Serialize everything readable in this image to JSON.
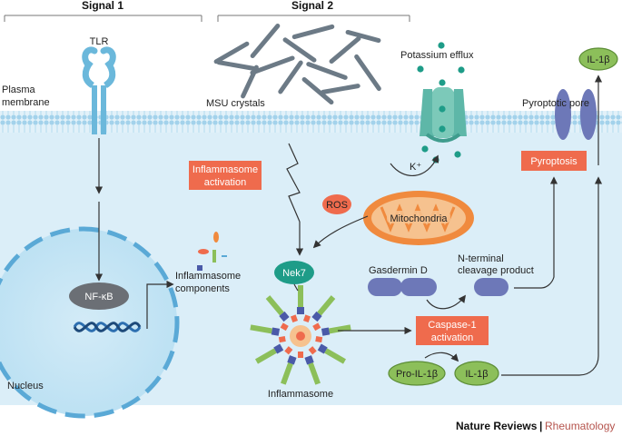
{
  "signals": {
    "signal1": "Signal 1",
    "signal2": "Signal 2"
  },
  "membrane": {
    "line1": "Plasma",
    "line2": "membrane"
  },
  "labels": {
    "tlr": "TLR",
    "msu": "MSU crystals",
    "potassium": "Potassium efflux",
    "k_ion": "K⁺",
    "pore": "Pyroptotic pore",
    "il1b_top": "IL-1β",
    "inflammasome_activation_1": "Inflammasome",
    "inflammasome_activation_2": "activation",
    "ros": "ROS",
    "mito": "Mitochondria",
    "pyroptosis": "Pyroptosis",
    "nfkb": "NF-κB",
    "components_1": "Inflammasome",
    "components_2": "components",
    "nek7": "Nek7",
    "gasdermin": "Gasdermin D",
    "nterm_1": "N-terminal",
    "nterm_2": "cleavage product",
    "caspase_1": "Caspase-1",
    "caspase_2": "activation",
    "pro_il1b": "Pro-IL-1β",
    "il1b": "IL-1β",
    "inflammasome": "Inflammasome",
    "nucleus": "Nucleus"
  },
  "footer": {
    "journal": "Nature Reviews",
    "separator": "|",
    "section": "Rheumatology"
  },
  "colors": {
    "cytoplasm": "#d7ecf7",
    "membrane": "#9fd0ea",
    "receptor": "#7fc3e0",
    "orange_box": "#ef6b4d",
    "green_oval": "#8cbf5a",
    "purple": "#6d78b8",
    "teal": "#1e9c88",
    "mito": "#f08a3e",
    "crystal": "#6c7a86"
  }
}
